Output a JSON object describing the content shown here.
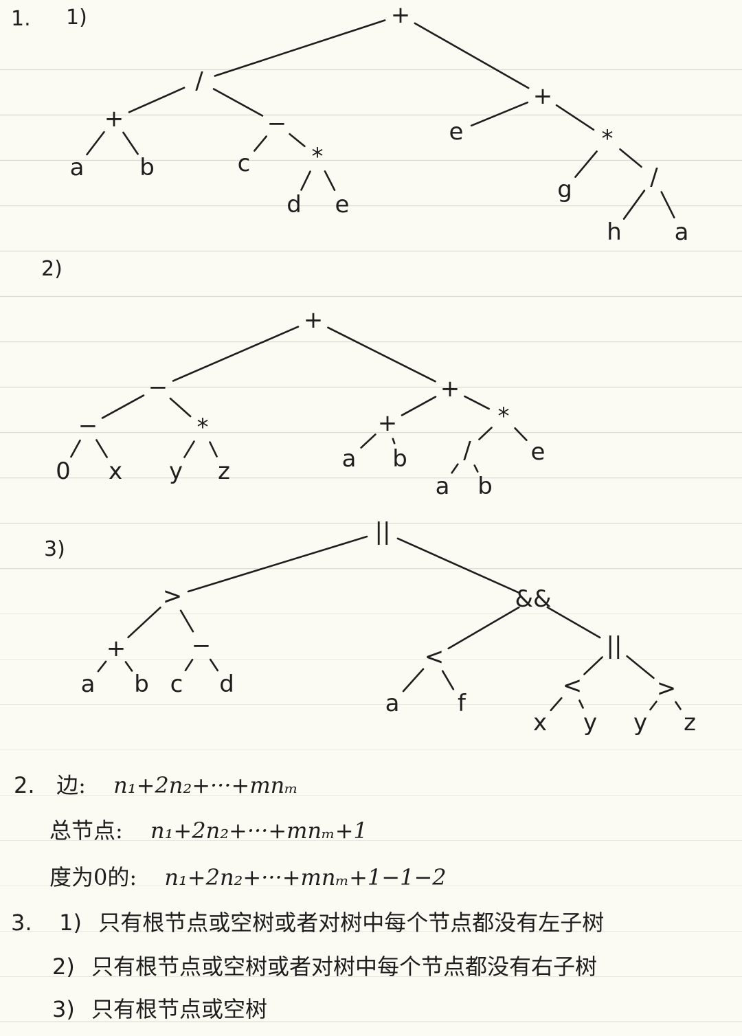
{
  "problem_1": {
    "label": "1.",
    "parts": [
      {
        "label": "1)",
        "tree": {
          "v": "+",
          "c": [
            {
              "v": "/",
              "c": [
                {
                  "v": "+",
                  "c": [
                    {
                      "v": "a"
                    },
                    {
                      "v": "b"
                    }
                  ]
                },
                {
                  "v": "−",
                  "c": [
                    {
                      "v": "c"
                    },
                    {
                      "v": "*",
                      "c": [
                        {
                          "v": "d"
                        },
                        {
                          "v": "e"
                        }
                      ]
                    }
                  ]
                }
              ]
            },
            {
              "v": "+",
              "c": [
                {
                  "v": "e"
                },
                {
                  "v": "*",
                  "c": [
                    {
                      "v": "g"
                    },
                    {
                      "v": "/",
                      "c": [
                        {
                          "v": "h"
                        },
                        {
                          "v": "a"
                        }
                      ]
                    }
                  ]
                }
              ]
            }
          ]
        }
      },
      {
        "label": "2)",
        "tree": {
          "v": "+",
          "c": [
            {
              "v": "−",
              "c": [
                {
                  "v": "−",
                  "c": [
                    {
                      "v": "0"
                    },
                    {
                      "v": "x"
                    }
                  ]
                },
                {
                  "v": "*",
                  "c": [
                    {
                      "v": "y"
                    },
                    {
                      "v": "z"
                    }
                  ]
                }
              ]
            },
            {
              "v": "+",
              "c": [
                {
                  "v": "+",
                  "c": [
                    {
                      "v": "a"
                    },
                    {
                      "v": "b"
                    }
                  ]
                },
                {
                  "v": "*",
                  "c": [
                    {
                      "v": "/",
                      "c": [
                        {
                          "v": "a"
                        },
                        {
                          "v": "b"
                        }
                      ]
                    },
                    {
                      "v": "e"
                    }
                  ]
                }
              ]
            }
          ]
        }
      },
      {
        "label": "3)",
        "tree": {
          "v": "||",
          "c": [
            {
              "v": ">",
              "c": [
                {
                  "v": "+",
                  "c": [
                    {
                      "v": "a"
                    },
                    {
                      "v": "b"
                    }
                  ]
                },
                {
                  "v": "−",
                  "c": [
                    {
                      "v": "c"
                    },
                    {
                      "v": "d"
                    }
                  ]
                }
              ]
            },
            {
              "v": "&&",
              "c": [
                {
                  "v": "<",
                  "c": [
                    {
                      "v": "a"
                    },
                    {
                      "v": "f"
                    }
                  ]
                },
                {
                  "v": "||",
                  "c": [
                    {
                      "v": "<",
                      "c": [
                        {
                          "v": "x"
                        },
                        {
                          "v": "y"
                        }
                      ]
                    },
                    {
                      "v": ">",
                      "c": [
                        {
                          "v": "y"
                        },
                        {
                          "v": "z"
                        }
                      ]
                    }
                  ]
                }
              ]
            }
          ]
        }
      }
    ]
  },
  "problem_2": {
    "label": "2.",
    "lines": [
      {
        "label": "边:",
        "formula": "n₁+2n₂+···+mnₘ"
      },
      {
        "label": "总节点:",
        "formula": "n₁+2n₂+···+mnₘ+1"
      },
      {
        "label": "度为0的:",
        "formula": "n₁+2n₂+···+mnₘ+1−1−2"
      }
    ]
  },
  "problem_3": {
    "label": "3.",
    "answers": [
      {
        "label": "1)",
        "text": "只有根节点或空树或者对树中每个节点都没有左子树"
      },
      {
        "label": "2)",
        "text": "只有根节点或空树或者对树中每个节点都没有右子树"
      },
      {
        "label": "3)",
        "text": "只有根节点或空树"
      }
    ]
  }
}
